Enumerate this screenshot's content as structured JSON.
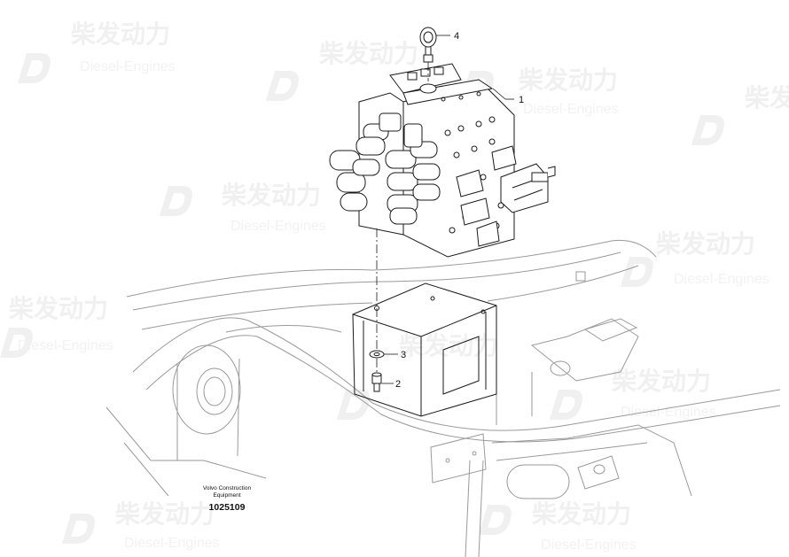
{
  "diagram": {
    "callouts": [
      {
        "id": "1",
        "label": "1"
      },
      {
        "id": "2",
        "label": "2"
      },
      {
        "id": "3",
        "label": "3"
      },
      {
        "id": "4",
        "label": "4"
      }
    ],
    "manufacturer": "Volvo Construction Equipment",
    "manufacturer_line1": "Volvo Construction",
    "manufacturer_line2": "Equipment",
    "drawing_number": "1025109"
  },
  "watermark": {
    "cn": "柴发动力",
    "en": "Diesel-Engines"
  },
  "colors": {
    "line": "#1a1a1a",
    "watermark": "#efefef"
  }
}
